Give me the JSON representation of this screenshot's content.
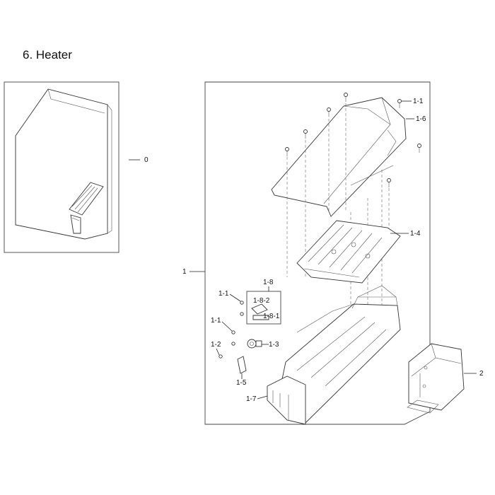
{
  "title": "6. Heater",
  "labels": {
    "l0": "0",
    "l1": "1",
    "l1_1a": "1-1",
    "l1_6": "1-6",
    "l1_4": "1-4",
    "l1_8": "1-8",
    "l1_1b": "1-1",
    "l1_8_2": "1-8-2",
    "l1_8_1": "1-8-1",
    "l1_1c": "1-1",
    "l1_3": "1-3",
    "l1_2": "1-2",
    "l1_5": "1-5",
    "l1_7": "1-7",
    "l2": "2"
  }
}
